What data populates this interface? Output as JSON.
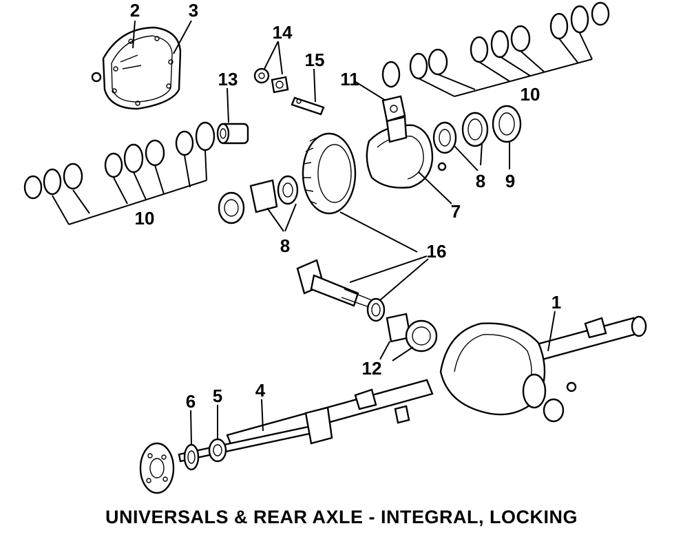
{
  "caption": "UNIVERSALS & REAR AXLE - INTEGRAL, LOCKING",
  "callouts": {
    "c1": "1",
    "c2": "2",
    "c3": "3",
    "c4": "4",
    "c5": "5",
    "c6": "6",
    "c7": "7",
    "c8a": "8",
    "c8b": "8",
    "c9": "9",
    "c10a": "10",
    "c10b": "10",
    "c11": "11",
    "c12": "12",
    "c13": "13",
    "c14": "14",
    "c15": "15",
    "c16": "16"
  }
}
